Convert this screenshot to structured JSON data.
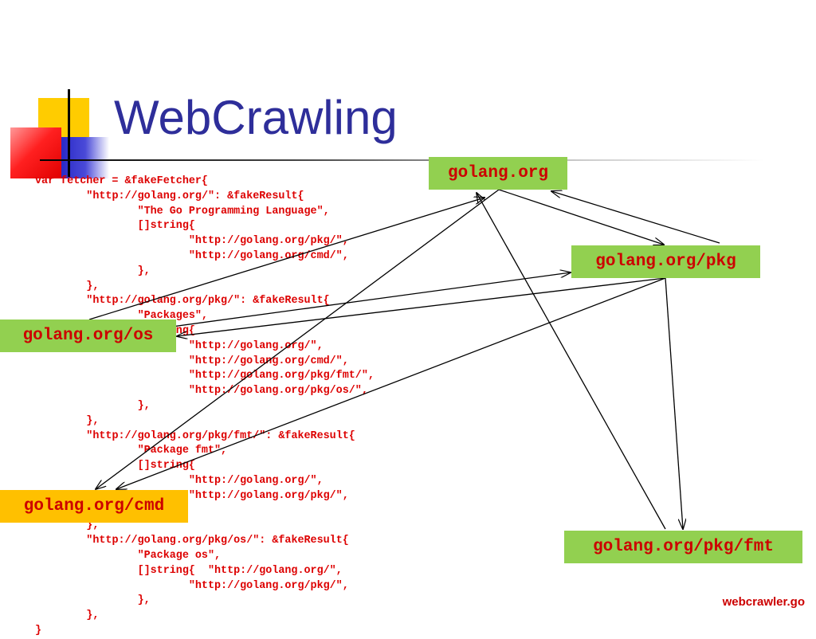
{
  "title": "WebCrawling",
  "code": "var fetcher = &fakeFetcher{\n\t\"http://golang.org/\": &fakeResult{\n\t\t\"The Go Programming Language\",\n\t\t[]string{\n\t\t\t\"http://golang.org/pkg/\",\n\t\t\t\"http://golang.org/cmd/\",\n\t\t},\n\t},\n\t\"http://golang.org/pkg/\": &fakeResult{\n\t\t\"Packages\",\n\t\t[]string{\n\t\t\t\"http://golang.org/\",\n\t\t\t\"http://golang.org/cmd/\",\n\t\t\t\"http://golang.org/pkg/fmt/\",\n\t\t\t\"http://golang.org/pkg/os/\",\n\t\t},\n\t},\n\t\"http://golang.org/pkg/fmt/\": &fakeResult{\n\t\t\"Package fmt\",\n\t\t[]string{\n\t\t\t\"http://golang.org/\",\n\t\t\t\"http://golang.org/pkg/\",\n\t\t},\n\t},\n\t\"http://golang.org/pkg/os/\": &fakeResult{\n\t\t\"Package os\",\n\t\t[]string{  \"http://golang.org/\",\n\t\t\t\"http://golang.org/pkg/\",\n\t\t},\n\t},\n}",
  "nodes": {
    "root": "golang.org",
    "pkg": "golang.org/pkg",
    "os": "golang.org/os",
    "cmd": "golang.org/cmd",
    "fmt": "golang.org/pkg/fmt"
  },
  "edges": [
    {
      "from": "root",
      "to": "pkg"
    },
    {
      "from": "root",
      "to": "cmd"
    },
    {
      "from": "pkg",
      "to": "root"
    },
    {
      "from": "pkg",
      "to": "cmd"
    },
    {
      "from": "pkg",
      "to": "fmt"
    },
    {
      "from": "pkg",
      "to": "os"
    },
    {
      "from": "fmt",
      "to": "root"
    },
    {
      "from": "os",
      "to": "root"
    },
    {
      "from": "os",
      "to": "pkg"
    }
  ],
  "footer": "webcrawler.go",
  "colors": {
    "title": "#2e2e9a",
    "code_text": "#dd0000",
    "node_text": "#cc0000",
    "node_fill": "#92d050",
    "node_fill_highlight": "#ffc000",
    "edge": "#000000"
  }
}
